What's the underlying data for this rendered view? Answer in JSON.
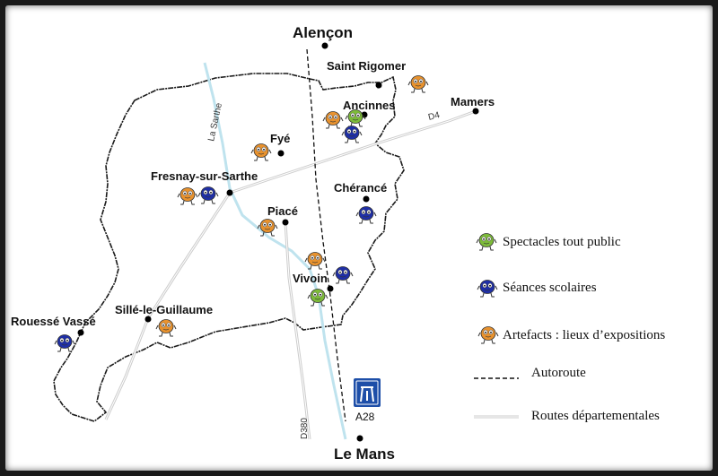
{
  "map": {
    "cities": [
      {
        "id": "alencon",
        "name": "Alençon"
      },
      {
        "id": "le-mans",
        "name": "Le Mans"
      }
    ],
    "towns": [
      {
        "id": "saint-rigomer",
        "name": "Saint Rigomer"
      },
      {
        "id": "ancinnes",
        "name": "Ancinnes"
      },
      {
        "id": "mamers",
        "name": "Mamers"
      },
      {
        "id": "fye",
        "name": "Fyé"
      },
      {
        "id": "fresnay",
        "name": "Fresnay-sur-Sarthe"
      },
      {
        "id": "cherance",
        "name": "Chérancé"
      },
      {
        "id": "piace",
        "name": "Piacé"
      },
      {
        "id": "vivoin",
        "name": "Vivoin"
      },
      {
        "id": "sille",
        "name": "Sillé-le-Guillaume"
      },
      {
        "id": "rouesse",
        "name": "Rouessé Vassé"
      }
    ],
    "road_labels": {
      "river": "La Sarthe",
      "d4": "D4",
      "d380": "D380",
      "a28": "A28"
    },
    "markers": [
      {
        "type": "orange",
        "town": "saint-rigomer"
      },
      {
        "type": "orange",
        "town": "ancinnes"
      },
      {
        "type": "green",
        "town": "ancinnes"
      },
      {
        "type": "blue",
        "town": "ancinnes"
      },
      {
        "type": "orange",
        "town": "fye"
      },
      {
        "type": "orange",
        "town": "fresnay"
      },
      {
        "type": "blue",
        "town": "fresnay"
      },
      {
        "type": "blue",
        "town": "cherance"
      },
      {
        "type": "orange",
        "town": "piace"
      },
      {
        "type": "orange",
        "town": "vivoin"
      },
      {
        "type": "blue",
        "town": "vivoin"
      },
      {
        "type": "green",
        "town": "vivoin"
      },
      {
        "type": "orange",
        "town": "sille"
      },
      {
        "type": "blue",
        "town": "rouesse"
      }
    ]
  },
  "legend": {
    "green": "Spectacles tout public",
    "blue": "Séances scolaires",
    "orange": "Artefacts : lieux d’expositions",
    "autoroute": "Autoroute",
    "routes": "Routes départementales"
  },
  "colors": {
    "green": "#7dbb3a",
    "blue": "#1f2fa6",
    "orange": "#e8922e",
    "motorway_sign": "#1d4ea8",
    "road": "#cccccc",
    "river": "#bfe3ee"
  }
}
